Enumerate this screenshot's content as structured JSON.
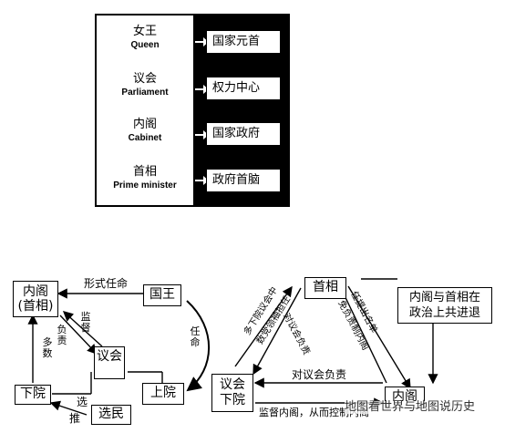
{
  "top_table": {
    "rows": [
      {
        "zh": "女王",
        "en": "Queen",
        "function": "国家元首"
      },
      {
        "zh": "议会",
        "en": "Parliament",
        "function": "权力中心"
      },
      {
        "zh": "内阁",
        "en": "Cabinet",
        "function": "国家政府"
      },
      {
        "zh": "首相",
        "en": "Prime minister",
        "function": "政府首脑"
      }
    ]
  },
  "left_diagram": {
    "cabinet": "内阁\n(首相)",
    "king": "国王",
    "parliament": "议会",
    "lower_house": "下院",
    "upper_house": "上院",
    "voters": "选民",
    "formal_appoint": "形式任命",
    "appoint": "任命",
    "responsible": "负责",
    "supervise": "监督",
    "majority": "多数",
    "elect": "选",
    "recommend": "推"
  },
  "right_diagram": {
    "pm": "首相",
    "cabinet_pm_box": "内阁与首相在\n政治上共进退",
    "parliament": "议会\n下院",
    "cabinet": "内阁",
    "majority_party_leader": "多下院议会中",
    "majority_party_leader_2": "数党领袖担任",
    "nominate_members": "任提出名单",
    "nominate_members_2": "免负责制内阁",
    "responsible_to_parliament": "对议会负责",
    "responsible_bottom": "对议会负责",
    "supervise_bottom": "监督内阁，从而控制内阁",
    "watermark": "地图看世界与地图说历史"
  }
}
